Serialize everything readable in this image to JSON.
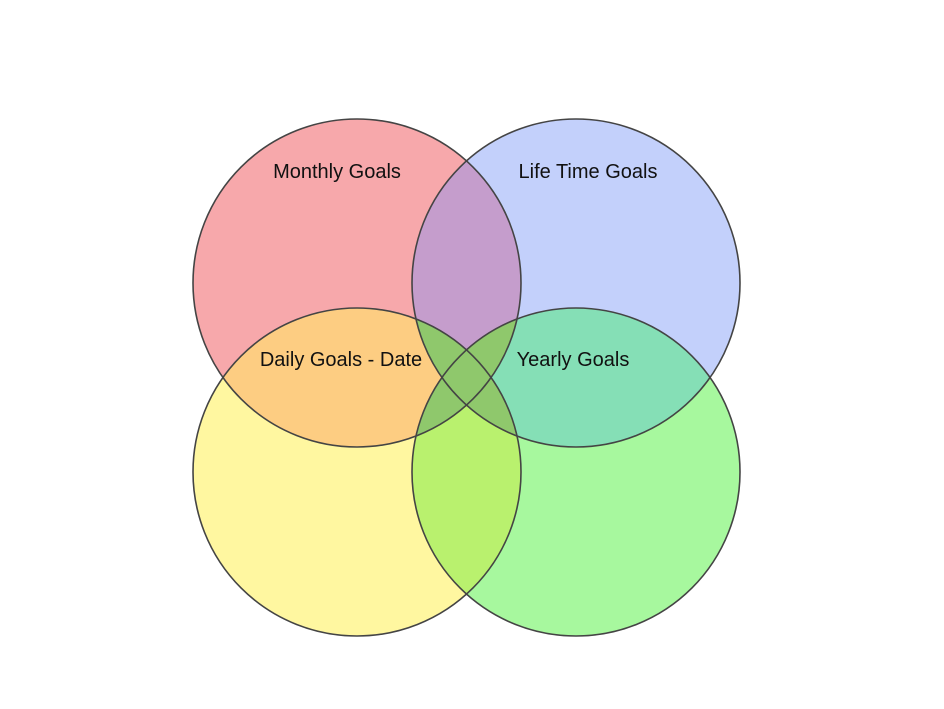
{
  "diagram": {
    "type": "venn",
    "circles": [
      {
        "id": "monthly",
        "label": "Monthly Goals",
        "color": "#f7a8ab"
      },
      {
        "id": "lifetime",
        "label": "Life Time Goals",
        "color": "#c3d0fb"
      },
      {
        "id": "daily",
        "label": "Daily Goals - Date",
        "color": "#fff7a0"
      },
      {
        "id": "yearly",
        "label": "Yearly Goals",
        "color": "#a7f89e"
      }
    ],
    "overlap_colors": {
      "monthly_lifetime": "#c59dcc",
      "monthly_daily": "#fdcd82",
      "lifetime_yearly": "#85dfb6",
      "daily_yearly": "#b9f16e",
      "center": "#8fc86c"
    },
    "stroke_color": "#444444"
  }
}
